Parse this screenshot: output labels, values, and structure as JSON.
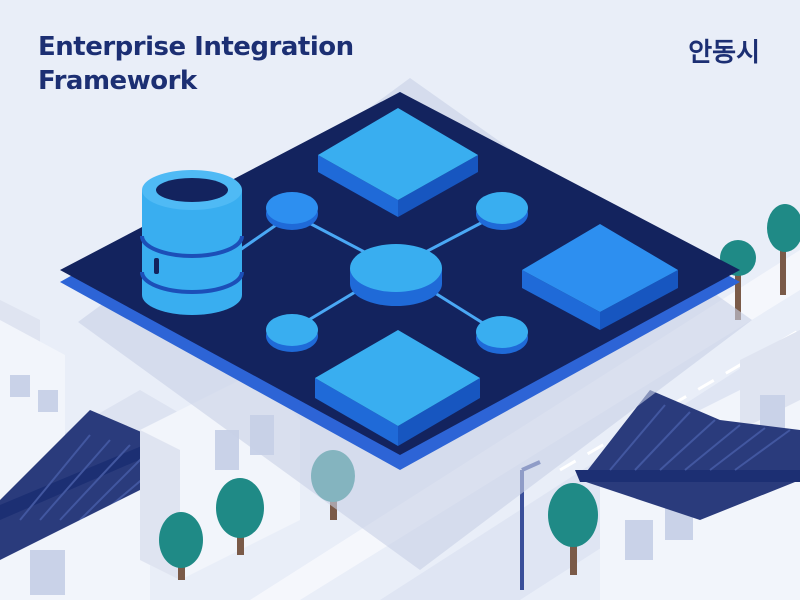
{
  "heading": {
    "line1": "Enterprise Integration",
    "line2": "Framework"
  },
  "city_label": "안동시",
  "colors": {
    "background": "#e9eef8",
    "platform": "#13235e",
    "accent_blue": "#2d8ff0",
    "light_blue": "#39aef0",
    "tree_green": "#1f8a86",
    "roof_navy": "#2a3b7c",
    "building": "#f2f5fb",
    "title_text": "#1c2f73"
  },
  "illustration": {
    "central_icon": "database-cylinder-icon",
    "hub_icon": "network-hub-icon",
    "module_icons": [
      "module-block-icon",
      "module-block-icon",
      "module-block-icon"
    ],
    "background_elements": [
      "hanok-roof",
      "apartment-building",
      "tree",
      "street-lamp",
      "road"
    ]
  }
}
